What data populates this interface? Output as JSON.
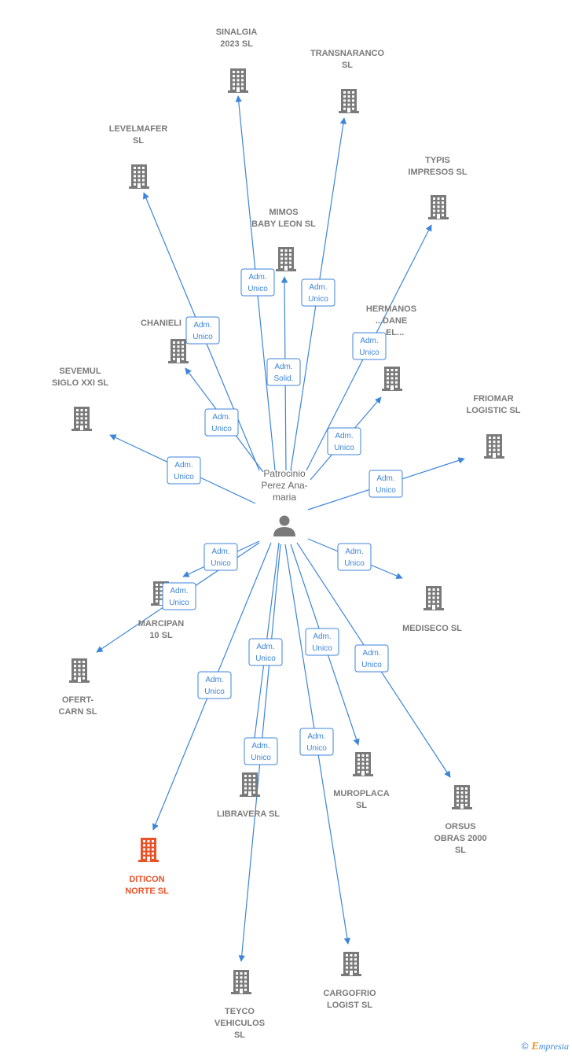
{
  "center": {
    "label": [
      "Patrocinio",
      "Perez Ana-",
      "maria"
    ],
    "icon": "person-icon"
  },
  "colors": {
    "edge": "#3d85d8",
    "building": "#7a7a7a",
    "highlight": "#e8532a"
  },
  "nodes": [
    {
      "id": "sinalgia",
      "label": [
        "SINALGIA",
        "2023  SL"
      ],
      "icon": "building-icon"
    },
    {
      "id": "transnaranco",
      "label": [
        "TRANSNARANCO",
        "SL"
      ],
      "icon": "building-icon"
    },
    {
      "id": "levelmafer",
      "label": [
        "LEVELMAFER",
        "SL"
      ],
      "icon": "building-icon"
    },
    {
      "id": "typis",
      "label": [
        "TYPIS",
        "IMPRESOS SL"
      ],
      "icon": "building-icon"
    },
    {
      "id": "mimos",
      "label": [
        "MIMOS",
        "BABY LEON SL"
      ],
      "icon": "building-icon"
    },
    {
      "id": "chanieli",
      "label": [
        "CHANIELI"
      ],
      "icon": "building-icon"
    },
    {
      "id": "hermanos",
      "label": [
        "HERMANOS",
        "...DANE",
        "...EL..."
      ],
      "icon": "building-icon"
    },
    {
      "id": "sevemul",
      "label": [
        "SEVEMUL",
        "SIGLO XXI SL"
      ],
      "icon": "building-icon"
    },
    {
      "id": "friomar",
      "label": [
        "FRIOMAR",
        "LOGISTIC  SL"
      ],
      "icon": "building-icon"
    },
    {
      "id": "marcipan",
      "label": [
        "MARCIPAN",
        "10 SL"
      ],
      "icon": "building-icon"
    },
    {
      "id": "mediseco",
      "label": [
        "MEDISECO  SL"
      ],
      "icon": "building-icon"
    },
    {
      "id": "ofert",
      "label": [
        "OFERT-",
        "CARN SL"
      ],
      "icon": "building-icon"
    },
    {
      "id": "muroplaca",
      "label": [
        "MUROPLACA",
        "SL"
      ],
      "icon": "building-icon"
    },
    {
      "id": "orsus",
      "label": [
        "ORSUS",
        "OBRAS 2000",
        "SL"
      ],
      "icon": "building-icon"
    },
    {
      "id": "libravera",
      "label": [
        "LIBRAVERA  SL"
      ],
      "icon": "building-icon"
    },
    {
      "id": "diticon",
      "label": [
        "DITICON",
        "NORTE  SL"
      ],
      "icon": "building-icon",
      "highlight": true
    },
    {
      "id": "teyco",
      "label": [
        "TEYCO",
        "VEHICULOS",
        "SL"
      ],
      "icon": "building-icon"
    },
    {
      "id": "cargofrio",
      "label": [
        "CARGOFRIO",
        "LOGIST SL"
      ],
      "icon": "building-icon"
    }
  ],
  "edges": [
    {
      "to": "sinalgia",
      "label": [
        "Adm.",
        "Unico"
      ]
    },
    {
      "to": "transnaranco",
      "label": [
        "Adm.",
        "Unico"
      ]
    },
    {
      "to": "levelmafer",
      "label": [
        "Adm.",
        "Unico"
      ]
    },
    {
      "to": "typis",
      "label": [
        "Adm.",
        "Unico"
      ]
    },
    {
      "to": "mimos",
      "label": [
        "Adm.",
        "Solid."
      ]
    },
    {
      "to": "chanieli",
      "label": [
        "Adm.",
        "Unico"
      ]
    },
    {
      "to": "hermanos",
      "label": [
        "Adm.",
        "Unico"
      ]
    },
    {
      "to": "sevemul",
      "label": [
        "Adm.",
        "Unico"
      ]
    },
    {
      "to": "friomar",
      "label": [
        "Adm.",
        "Unico"
      ]
    },
    {
      "to": "marcipan",
      "label": [
        "Adm.",
        "Unico"
      ]
    },
    {
      "to": "mediseco",
      "label": [
        "Adm.",
        "Unico"
      ]
    },
    {
      "to": "ofert",
      "label": [
        "Adm.",
        "Unico"
      ]
    },
    {
      "to": "muroplaca",
      "label": [
        "Adm.",
        "Unico"
      ]
    },
    {
      "to": "orsus",
      "label": [
        "Adm.",
        "Unico"
      ]
    },
    {
      "to": "libravera",
      "label": [
        "Adm.",
        "Unico"
      ]
    },
    {
      "to": "diticon",
      "label": [
        "Adm.",
        "Unico"
      ]
    },
    {
      "to": "teyco",
      "label": [
        "Adm.",
        "Unico"
      ]
    },
    {
      "to": "cargofrio",
      "label": [
        "Adm.",
        "Unico"
      ]
    }
  ],
  "footer": {
    "copyright": "©",
    "brand_e": "E",
    "brand_rest": "mpresia"
  }
}
